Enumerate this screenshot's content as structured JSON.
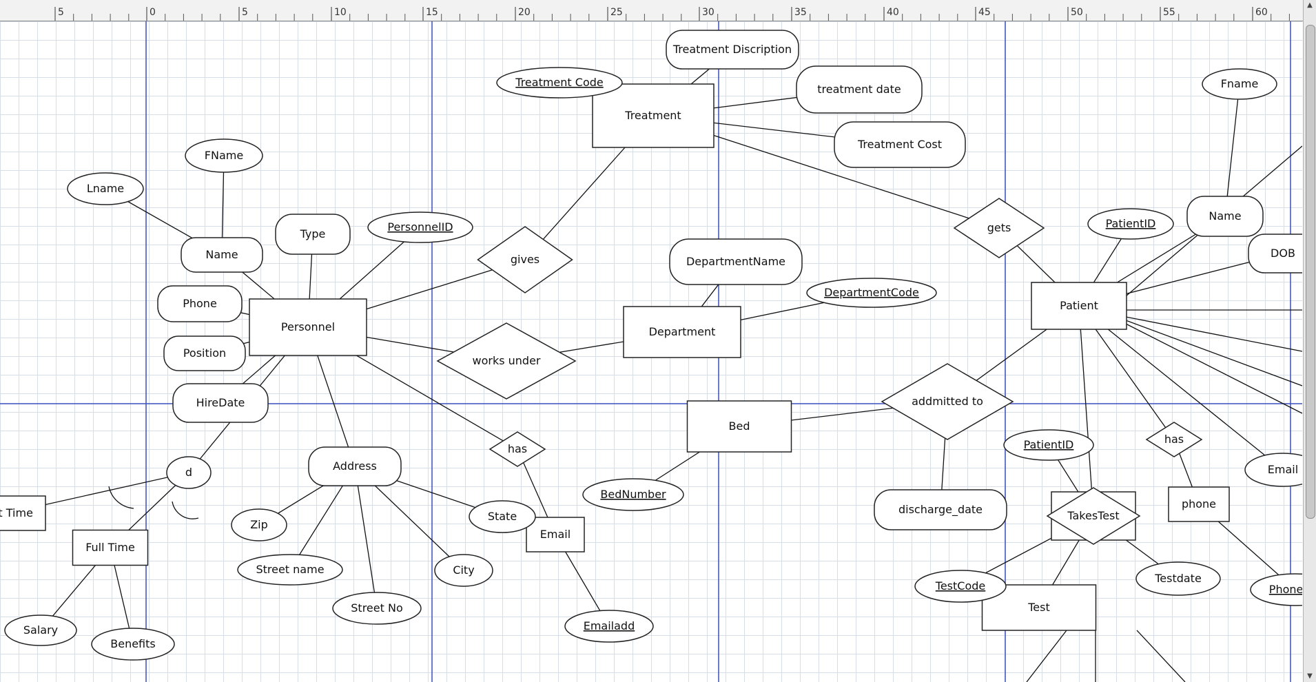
{
  "ruler": {
    "ticks": [
      "5",
      "0",
      "5",
      "10",
      "15",
      "20",
      "25",
      "30",
      "35",
      "40",
      "45",
      "50",
      "55",
      "60"
    ]
  },
  "entities": [
    {
      "key": "personnel",
      "label": "Personnel"
    },
    {
      "key": "treatment",
      "label": "Treatment"
    },
    {
      "key": "department",
      "label": "Department"
    },
    {
      "key": "patient",
      "label": "Patient"
    },
    {
      "key": "bed",
      "label": "Bed"
    },
    {
      "key": "email_ent",
      "label": "Email"
    },
    {
      "key": "part_time",
      "label": "Part Time"
    },
    {
      "key": "full_time",
      "label": "Full Time"
    },
    {
      "key": "phone_ent",
      "label": "phone"
    },
    {
      "key": "test",
      "label": "Test"
    }
  ],
  "relationships": [
    {
      "key": "gives",
      "label": "gives"
    },
    {
      "key": "works_under",
      "label": "works under"
    },
    {
      "key": "gets",
      "label": "gets"
    },
    {
      "key": "admitted_to",
      "label": "addmitted to"
    },
    {
      "key": "has_personnel",
      "label": "has"
    },
    {
      "key": "has_patient",
      "label": "has"
    },
    {
      "key": "takes_test",
      "label": "TakesTest"
    }
  ],
  "attributes": [
    {
      "key": "treatment_discription",
      "label": "Treatment Discription",
      "key_attr": false
    },
    {
      "key": "treatment_code",
      "label": "Treatment Code",
      "key_attr": true
    },
    {
      "key": "treatment_date",
      "label": "treatment date",
      "key_attr": false
    },
    {
      "key": "treatment_cost",
      "label": "Treatment Cost",
      "key_attr": false
    },
    {
      "key": "fname_personnel",
      "label": "FName",
      "key_attr": false
    },
    {
      "key": "lname",
      "label": "Lname",
      "key_attr": false
    },
    {
      "key": "name_personnel",
      "label": "Name",
      "key_attr": false
    },
    {
      "key": "type",
      "label": "Type",
      "key_attr": false
    },
    {
      "key": "personnel_id",
      "label": "PersonnelID",
      "key_attr": true
    },
    {
      "key": "phone_attr",
      "label": "Phone",
      "key_attr": false
    },
    {
      "key": "position",
      "label": "Position",
      "key_attr": false
    },
    {
      "key": "hire_date",
      "label": "HireDate",
      "key_attr": false
    },
    {
      "key": "address",
      "label": "Address",
      "key_attr": false
    },
    {
      "key": "zip",
      "label": "Zip",
      "key_attr": false
    },
    {
      "key": "street_name",
      "label": "Street name",
      "key_attr": false
    },
    {
      "key": "street_no",
      "label": "Street No",
      "key_attr": false
    },
    {
      "key": "city",
      "label": "City",
      "key_attr": false
    },
    {
      "key": "state",
      "label": "State",
      "key_attr": false
    },
    {
      "key": "salary",
      "label": "Salary",
      "key_attr": false
    },
    {
      "key": "benefits",
      "label": "Benefits",
      "key_attr": false
    },
    {
      "key": "emailadd",
      "label": "Emailadd",
      "key_attr": true
    },
    {
      "key": "department_name",
      "label": "DepartmentName",
      "key_attr": false
    },
    {
      "key": "department_code",
      "label": "DepartmentCode",
      "key_attr": true
    },
    {
      "key": "bed_number",
      "label": "BedNumber",
      "key_attr": true
    },
    {
      "key": "discharge_date",
      "label": "discharge_date",
      "key_attr": false
    },
    {
      "key": "patient_id_top",
      "label": "PatientID",
      "key_attr": true
    },
    {
      "key": "fname_patient",
      "label": "Fname",
      "key_attr": false
    },
    {
      "key": "name_patient",
      "label": "Name",
      "key_attr": false
    },
    {
      "key": "dob",
      "label": "DOB",
      "key_attr": false
    },
    {
      "key": "email_patient",
      "label": "Email",
      "key_attr": false
    },
    {
      "key": "patient_id_test",
      "label": "PatientID",
      "key_attr": true
    },
    {
      "key": "test_code",
      "label": "TestCode",
      "key_attr": true
    },
    {
      "key": "testdate",
      "label": "Testdate",
      "key_attr": false
    },
    {
      "key": "phone_no",
      "label": "Phone No",
      "key_attr": true
    }
  ],
  "disjoint": {
    "label": "d"
  }
}
